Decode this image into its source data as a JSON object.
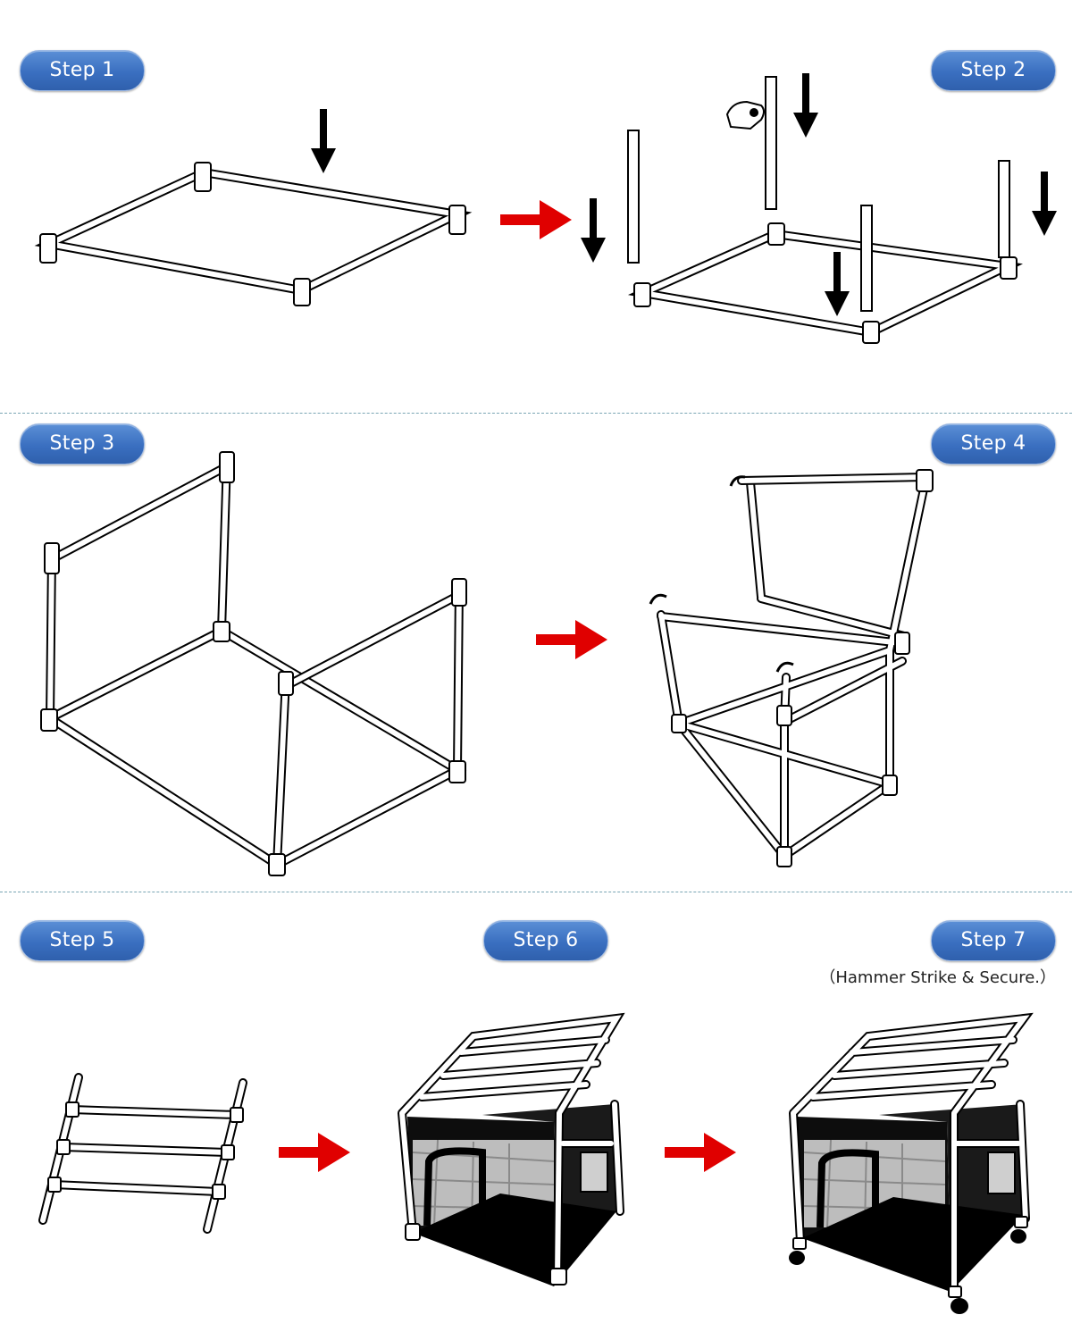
{
  "steps": [
    {
      "label": "Step 1"
    },
    {
      "label": "Step 2"
    },
    {
      "label": "Step 3"
    },
    {
      "label": "Step 4"
    },
    {
      "label": "Step 5"
    },
    {
      "label": "Step 6"
    },
    {
      "label": "Step 7"
    }
  ],
  "step7_note": "（Hammer Strike & Secure.）",
  "colors": {
    "pill": "#3a6fc0",
    "arrow_red": "#e00000",
    "divider": "#7aa6b4"
  },
  "icons": [
    "down-arrow-icon",
    "right-arrow-icon",
    "hand-icon",
    "caster-wheel-icon"
  ]
}
